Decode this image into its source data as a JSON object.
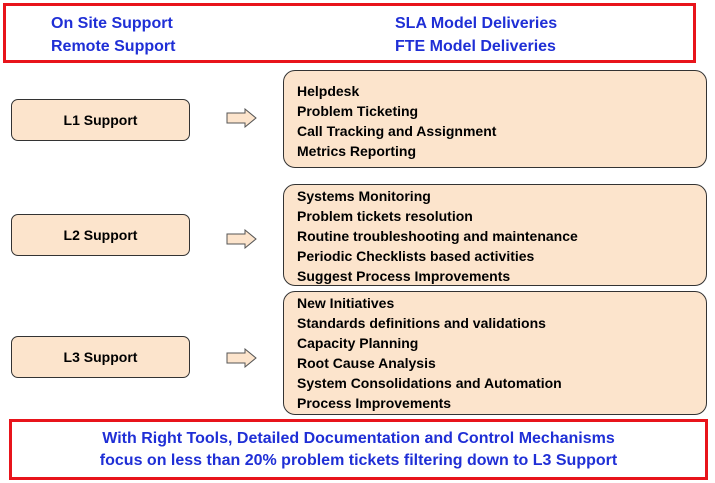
{
  "header": {
    "left": [
      "On Site Support",
      "Remote Support"
    ],
    "right": [
      "SLA Model Deliveries",
      "FTE Model Deliveries"
    ]
  },
  "levels": [
    {
      "label": "L1 Support",
      "items": [
        "Helpdesk",
        "Problem Ticketing",
        "Call Tracking and Assignment",
        "Metrics Reporting"
      ]
    },
    {
      "label": "L2 Support",
      "items": [
        "Systems Monitoring",
        "Problem tickets resolution",
        "Routine troubleshooting and maintenance",
        "Periodic Checklists based activities",
        "Suggest Process Improvements"
      ]
    },
    {
      "label": "L3 Support",
      "items": [
        "New Initiatives",
        "Standards definitions and validations",
        "Capacity Planning",
        "Root Cause Analysis",
        "System Consolidations and Automation",
        "Process Improvements"
      ]
    }
  ],
  "footer": {
    "line1": "With Right Tools,  Detailed Documentation and  Control Mechanisms",
    "line2": "focus on less than 20% problem tickets filtering down to L3 Support"
  },
  "colors": {
    "border_red": "#e8141b",
    "text_blue": "#1f2fd6",
    "box_fill": "#fce4cc"
  }
}
